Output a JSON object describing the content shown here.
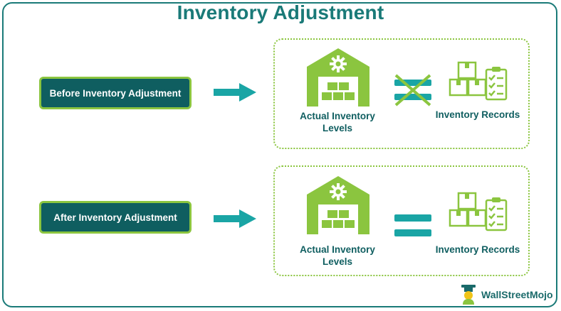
{
  "title": "Inventory Adjustment",
  "rows": [
    {
      "label": "Before Inventory Adjustment",
      "actual_caption": "Actual Inventory Levels",
      "records_caption": "Inventory Records",
      "relation": "not-equal"
    },
    {
      "label": "After Inventory Adjustment",
      "actual_caption": "Actual Inventory Levels",
      "records_caption": "Inventory Records",
      "relation": "equal"
    }
  ],
  "brand": {
    "name": "WallStreetMojo"
  },
  "colors": {
    "teal": "#1a7a78",
    "dark_teal": "#0f5e60",
    "green": "#8bc53f",
    "equals": "#1aa5a5"
  },
  "icons": [
    "warehouse-icon",
    "boxes-clipboard-icon",
    "arrow-right-icon",
    "crossed-equals-icon",
    "equals-icon",
    "brand-logo-icon"
  ]
}
